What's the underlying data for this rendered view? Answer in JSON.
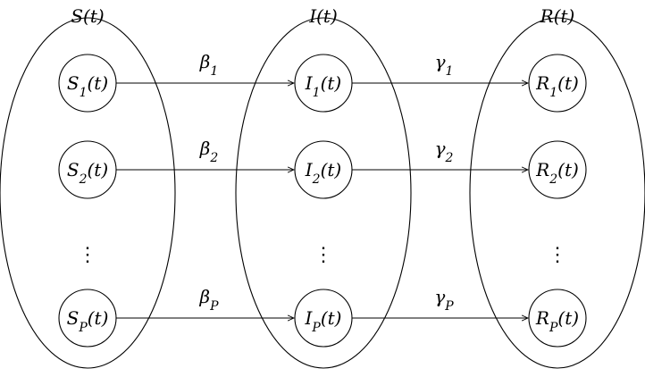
{
  "groups": [
    {
      "id": "S",
      "label": {
        "base": "S",
        "rest": "(t)"
      },
      "nodes": [
        {
          "base": "S",
          "sub": "1",
          "rest": "(t)"
        },
        {
          "base": "S",
          "sub": "2",
          "rest": "(t)"
        },
        {
          "base": "S",
          "sub": "P",
          "rest": "(t)"
        }
      ]
    },
    {
      "id": "I",
      "label": {
        "base": "I",
        "rest": "(t)"
      },
      "nodes": [
        {
          "base": "I",
          "sub": "1",
          "rest": "(t)"
        },
        {
          "base": "I",
          "sub": "2",
          "rest": "(t)"
        },
        {
          "base": "I",
          "sub": "P",
          "rest": "(t)"
        }
      ]
    },
    {
      "id": "R",
      "label": {
        "base": "R",
        "rest": "(t)"
      },
      "nodes": [
        {
          "base": "R",
          "sub": "1",
          "rest": "(t)"
        },
        {
          "base": "R",
          "sub": "2",
          "rest": "(t)"
        },
        {
          "base": "R",
          "sub": "P",
          "rest": "(t)"
        }
      ]
    }
  ],
  "ellipsis": "⋮",
  "edges": [
    {
      "from": "S",
      "to": "I",
      "labels": [
        {
          "base": "β",
          "sub": "1"
        },
        {
          "base": "β",
          "sub": "2"
        },
        {
          "base": "β",
          "sub": "P"
        }
      ]
    },
    {
      "from": "I",
      "to": "R",
      "labels": [
        {
          "base": "γ",
          "sub": "1"
        },
        {
          "base": "γ",
          "sub": "2"
        },
        {
          "base": "γ",
          "sub": "P"
        }
      ]
    }
  ]
}
